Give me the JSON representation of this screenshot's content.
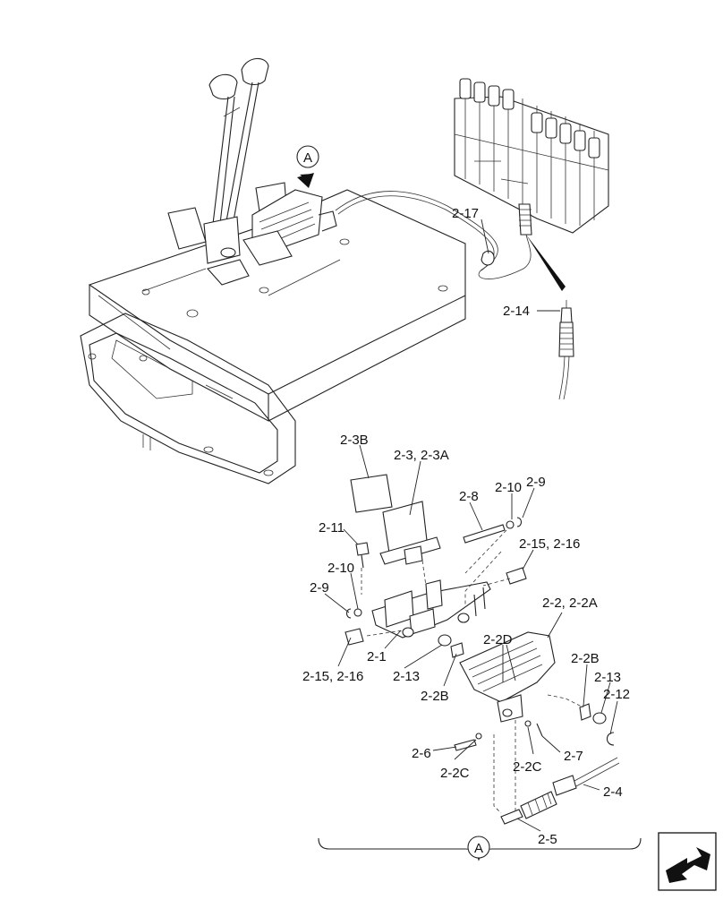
{
  "detail_marker": "A",
  "callouts": {
    "c_2_17": "2-17",
    "c_2_14": "2-14",
    "c_2_3B": "2-3B",
    "c_2_3": "2-3, 2-3A",
    "c_2_8": "2-8",
    "c_2_10a": "2-10",
    "c_2_9a": "2-9",
    "c_2_11": "2-11",
    "c_2_15a": "2-15, 2-16",
    "c_2_10b": "2-10",
    "c_2_9b": "2-9",
    "c_2_2": "2-2, 2-2A",
    "c_2_2D": "2-2D",
    "c_2_1": "2-1",
    "c_2_15b": "2-15, 2-16",
    "c_2_13a": "2-13",
    "c_2_2Ba": "2-2B",
    "c_2_2Bb": "2-2B",
    "c_2_13b": "2-13",
    "c_2_12": "2-12",
    "c_2_6": "2-6",
    "c_2_2Ca": "2-2C",
    "c_2_7": "2-7",
    "c_2_2Cb": "2-2C",
    "c_2_4": "2-4",
    "c_2_5": "2-5"
  },
  "colors": {
    "line": "#222222",
    "background": "#ffffff"
  },
  "icons": {
    "nav": "next-page-arrow-icon"
  }
}
